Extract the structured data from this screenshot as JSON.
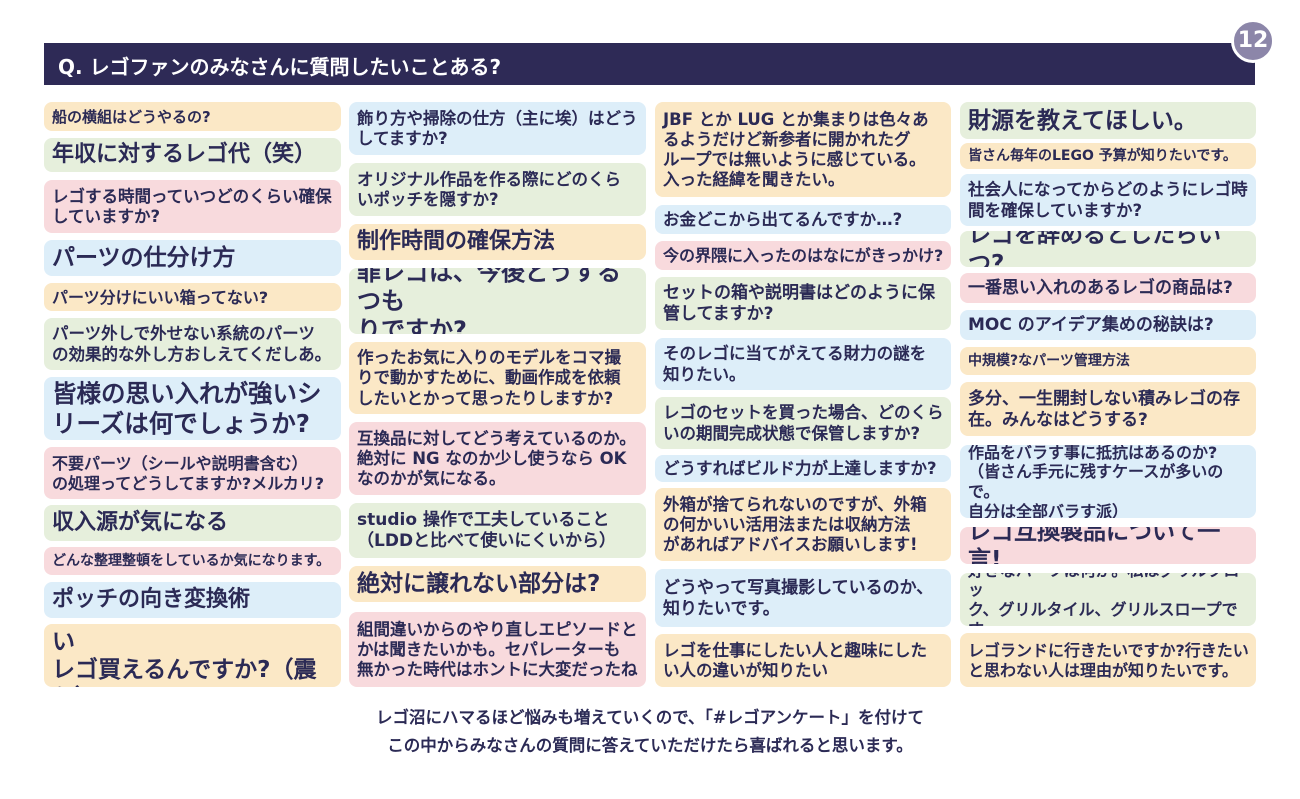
{
  "header": {
    "title": "Q. レゴファンのみなさんに質問したいことある?",
    "page_number": "12"
  },
  "colors": {
    "orange": "#fbe8c6",
    "green": "#e6efdc",
    "pink": "#f8dadd",
    "blue": "#ddeef9",
    "header": "#2e2a56",
    "text": "#2b2a55"
  },
  "columns": [
    [
      {
        "text": "船の横組はどうやるの?",
        "color": "orange"
      },
      {
        "text": "年収に対するレゴ代（笑）",
        "color": "green"
      },
      {
        "text": "レゴする時間っていつどのくらい確保\nしていますか?",
        "color": "pink"
      },
      {
        "text": "パーツの仕分け方",
        "color": "blue"
      },
      {
        "text": "パーツ分けにいい箱ってない?",
        "color": "orange"
      },
      {
        "text": "パーツ外しで外せない系統のパーツ\nの効果的な外し方おしえてくだしあ。",
        "color": "green"
      },
      {
        "text": "皆様の思い入れが強いシ\nリーズは何でしょうか?",
        "color": "blue"
      },
      {
        "text": "不要パーツ（シールや説明書含む）\nの処理ってどうしてますか?メルカリ?",
        "color": "pink"
      },
      {
        "text": "収入源が気になる",
        "color": "green"
      },
      {
        "text": "どんな整理整頓をしているか気になります。",
        "color": "pink"
      },
      {
        "text": "ポッチの向き変換術",
        "color": "blue"
      },
      {
        "text": "なんでそんなポンポンと高い\nレゴ買えるんですか?（震え）",
        "color": "orange"
      }
    ],
    [
      {
        "text": "飾り方や掃除の仕方（主に埃）はどう\nしてますか?",
        "color": "blue"
      },
      {
        "text": "オリジナル作品を作る際にどのくら\nいポッチを隠すか?",
        "color": "green"
      },
      {
        "text": "制作時間の確保方法",
        "color": "orange"
      },
      {
        "text": "罪レゴは、今後どうするつも\nりですか?",
        "color": "green"
      },
      {
        "text": "作ったお気に入りのモデルをコマ撮\nりで動かすために、動画作成を依頼\nしたいとかって思ったりしますか?",
        "color": "orange"
      },
      {
        "text": "互換品に対してどう考えているのか。\n絶対に NG なのか少し使うなら OK\nなのかが気になる。",
        "color": "pink"
      },
      {
        "text": "studio 操作で工夫していること\n（LDDと比べて使いにくいから）",
        "color": "green"
      },
      {
        "text": "絶対に譲れない部分は?",
        "color": "orange"
      },
      {
        "text": "組間違いからのやり直しエピソードと\nかは聞きたいかも。セパレーターも\n無かった時代はホントに大変だったね",
        "color": "pink"
      }
    ],
    [
      {
        "text": "JBF とか LUG とか集まりは色々あ\nるようだけど新参者に開かれたグ\nループでは無いように感じている。\n入った経緯を聞きたい。",
        "color": "orange"
      },
      {
        "text": "お金どこから出てるんですか…?",
        "color": "blue"
      },
      {
        "text": "今の界隈に入ったのはなにがきっかけ?",
        "color": "pink"
      },
      {
        "text": "セットの箱や説明書はどのように保\n管してますか?",
        "color": "green"
      },
      {
        "text": "そのレゴに当てがえてる財力の謎を\n知りたい。",
        "color": "blue"
      },
      {
        "text": "レゴのセットを買った場合、どのくら\nいの期間完成状態で保管しますか?",
        "color": "green"
      },
      {
        "text": "どうすればビルド力が上達しますか?",
        "color": "blue"
      },
      {
        "text": "外箱が捨てられないのですが、外箱\nの何かいい活用法または収納方法\nがあればアドバイスお願いします!",
        "color": "orange"
      },
      {
        "text": "どうやって写真撮影しているのか、\n知りたいです。",
        "color": "blue"
      },
      {
        "text": "レゴを仕事にしたい人と趣味にした\nい人の違いが知りたい",
        "color": "orange"
      }
    ],
    [
      {
        "text": "財源を教えてほしい。",
        "color": "green"
      },
      {
        "text": "皆さん毎年のLEGO 予算が知りたいです。",
        "color": "orange"
      },
      {
        "text": "社会人になってからどのようにレゴ時\n間を確保していますか?",
        "color": "blue"
      },
      {
        "text": "レゴを辞めるとしたらいつ?",
        "color": "green"
      },
      {
        "text": "一番思い入れのあるレゴの商品は?",
        "color": "pink"
      },
      {
        "text": "MOC のアイデア集めの秘訣は?",
        "color": "blue"
      },
      {
        "text": "中規模?なパーツ管理方法",
        "color": "orange"
      },
      {
        "text": "多分、一生開封しない積みレゴの存\n在。みんなはどうする?",
        "color": "orange"
      },
      {
        "text": "作品をバラす事に抵抗はあるのか?\n（皆さん手元に残すケースが多いので。\n自分は全部バラす派）",
        "color": "blue"
      },
      {
        "text": "レゴ互換製品について一言!",
        "color": "pink"
      },
      {
        "text": "好きなパーツは何か。私はグリルブロッ\nク、グリルタイル、グリルスロープです。",
        "color": "green"
      },
      {
        "text": "レゴランドに行きたいですか?行きたい\nと思わない人は理由が知りたいです。",
        "color": "orange"
      }
    ]
  ],
  "footer": {
    "line1": "レゴ沼にハマるほど悩みも増えていくので、「#レゴアンケート」を付けて",
    "line2": "この中からみなさんの質問に答えていただけたら喜ばれると思います。"
  }
}
